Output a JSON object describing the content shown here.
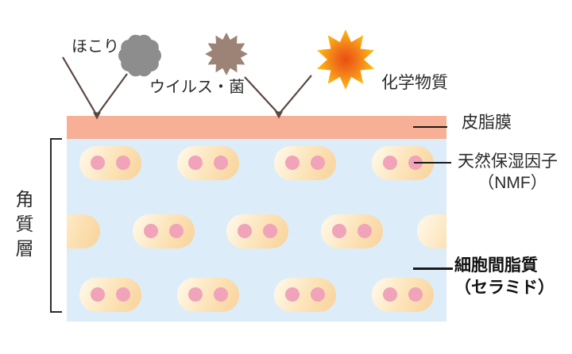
{
  "diagram": {
    "irritants": {
      "dust": {
        "label": "ほこり",
        "color": "#8D8D8D"
      },
      "virus": {
        "label": "ウイルス・菌",
        "color": "#9D8376"
      },
      "chemical": {
        "label": "化学物質",
        "color_center": "#EB4F10",
        "color_edge": "#FFC90F"
      }
    },
    "layers": {
      "stratum_corneum": {
        "label": "角質層",
        "background": "#DCEDF9"
      },
      "sebum_film": {
        "label": "皮脂膜",
        "color": "#F7AF96"
      },
      "nmf": {
        "label": "天然保湿因子",
        "sub_label": "（NMF）",
        "dot_color": "#F0A3B9"
      },
      "intercellular_lipid": {
        "label": "細胞間脂質",
        "sub_label": "（セラミド）"
      }
    },
    "cells": {
      "fill_light": "#FFFAEC",
      "fill_dark": "#F9D29A"
    },
    "arrow_color": "#594940"
  }
}
